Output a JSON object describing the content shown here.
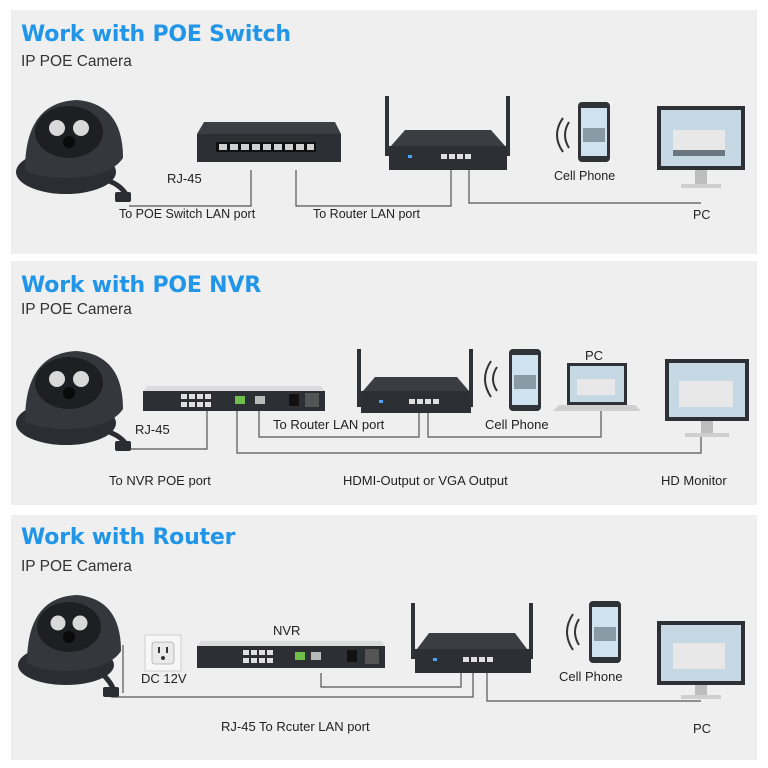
{
  "panels": [
    {
      "title": "Work with POE Switch",
      "subtitle": "IP POE Camera",
      "labels": {
        "rj45": "RJ-45",
        "to_switch": "To POE Switch LAN port",
        "to_router": "To Router LAN port",
        "cell_phone": "Cell Phone",
        "pc": "PC"
      }
    },
    {
      "title": "Work with POE NVR",
      "subtitle": "IP POE Camera",
      "labels": {
        "rj45": "RJ-45",
        "to_nvr": "To NVR POE port",
        "to_router": "To Router LAN port",
        "cell_phone": "Cell Phone",
        "pc": "PC",
        "hdmi": "HDMI-Output or VGA Output",
        "monitor": "HD Monitor"
      }
    },
    {
      "title": "Work with Router",
      "subtitle": "IP POE Camera",
      "labels": {
        "nvr": "NVR",
        "dc": "DC 12V",
        "cell_phone": "Cell Phone",
        "rj45_router": "RJ-45 To Rcuter LAN port",
        "pc": "PC"
      }
    }
  ],
  "colors": {
    "title": "#2196e8",
    "panel_bg": "#efefef",
    "device": "#2e3136"
  }
}
